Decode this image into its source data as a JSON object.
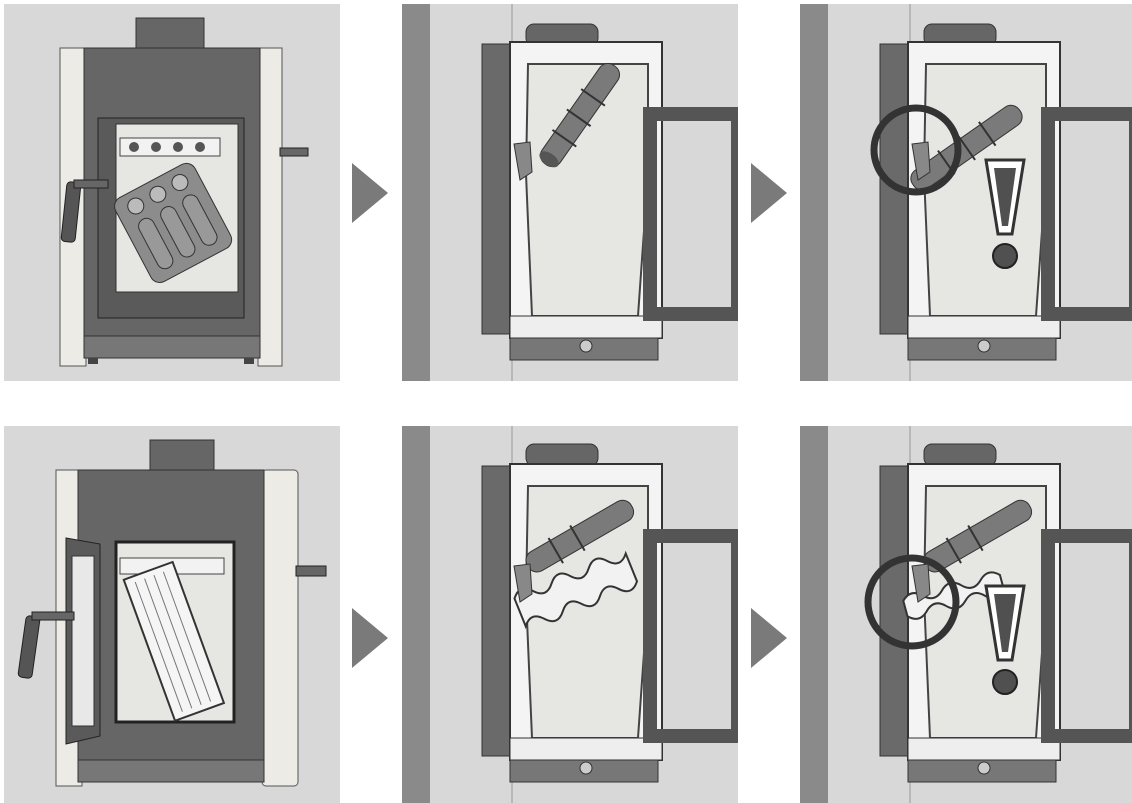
{
  "figure": {
    "rows": [
      {
        "name": "row-baffle-tubes",
        "steps": [
          "stove-front-open",
          "side-section-tubes-installed",
          "side-section-check-position"
        ]
      },
      {
        "name": "row-baffle-plate",
        "steps": [
          "stove-front-door-open-plate",
          "side-section-plate-installed",
          "side-section-check-plate-position"
        ]
      }
    ],
    "colors": {
      "background": "#d8d8d8",
      "stove_dark": "#5c5c5c",
      "stove_mid": "#8a8a8a",
      "fireclay": "#e6e6e3",
      "panel_stone": "#ecebe6",
      "arrow": "#7a7a7a",
      "warning": "#505050"
    },
    "icons": [
      "warning-exclamation-icon",
      "highlight-circle-icon",
      "step-arrow-icon"
    ]
  }
}
